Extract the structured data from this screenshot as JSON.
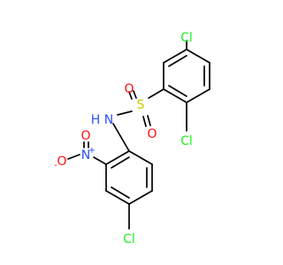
{
  "molecule": {
    "atoms": {
      "cl_top": "Cl",
      "cl_right": "Cl",
      "s": "S",
      "o_left": "O",
      "o_bottom": "O",
      "nh": "N",
      "h": "H",
      "n_nitro": "N",
      "n_charge": "+",
      "o_minus": "O",
      "o_charge": "-",
      "o_nitro_top": "O",
      "cl_bottom": "Cl"
    },
    "colors": {
      "chlorine": "#1FF01F",
      "sulfur": "#CCCC00",
      "oxygen": "#FF0D0D",
      "nitrogen": "#3050F8",
      "bond": "#000000"
    }
  }
}
